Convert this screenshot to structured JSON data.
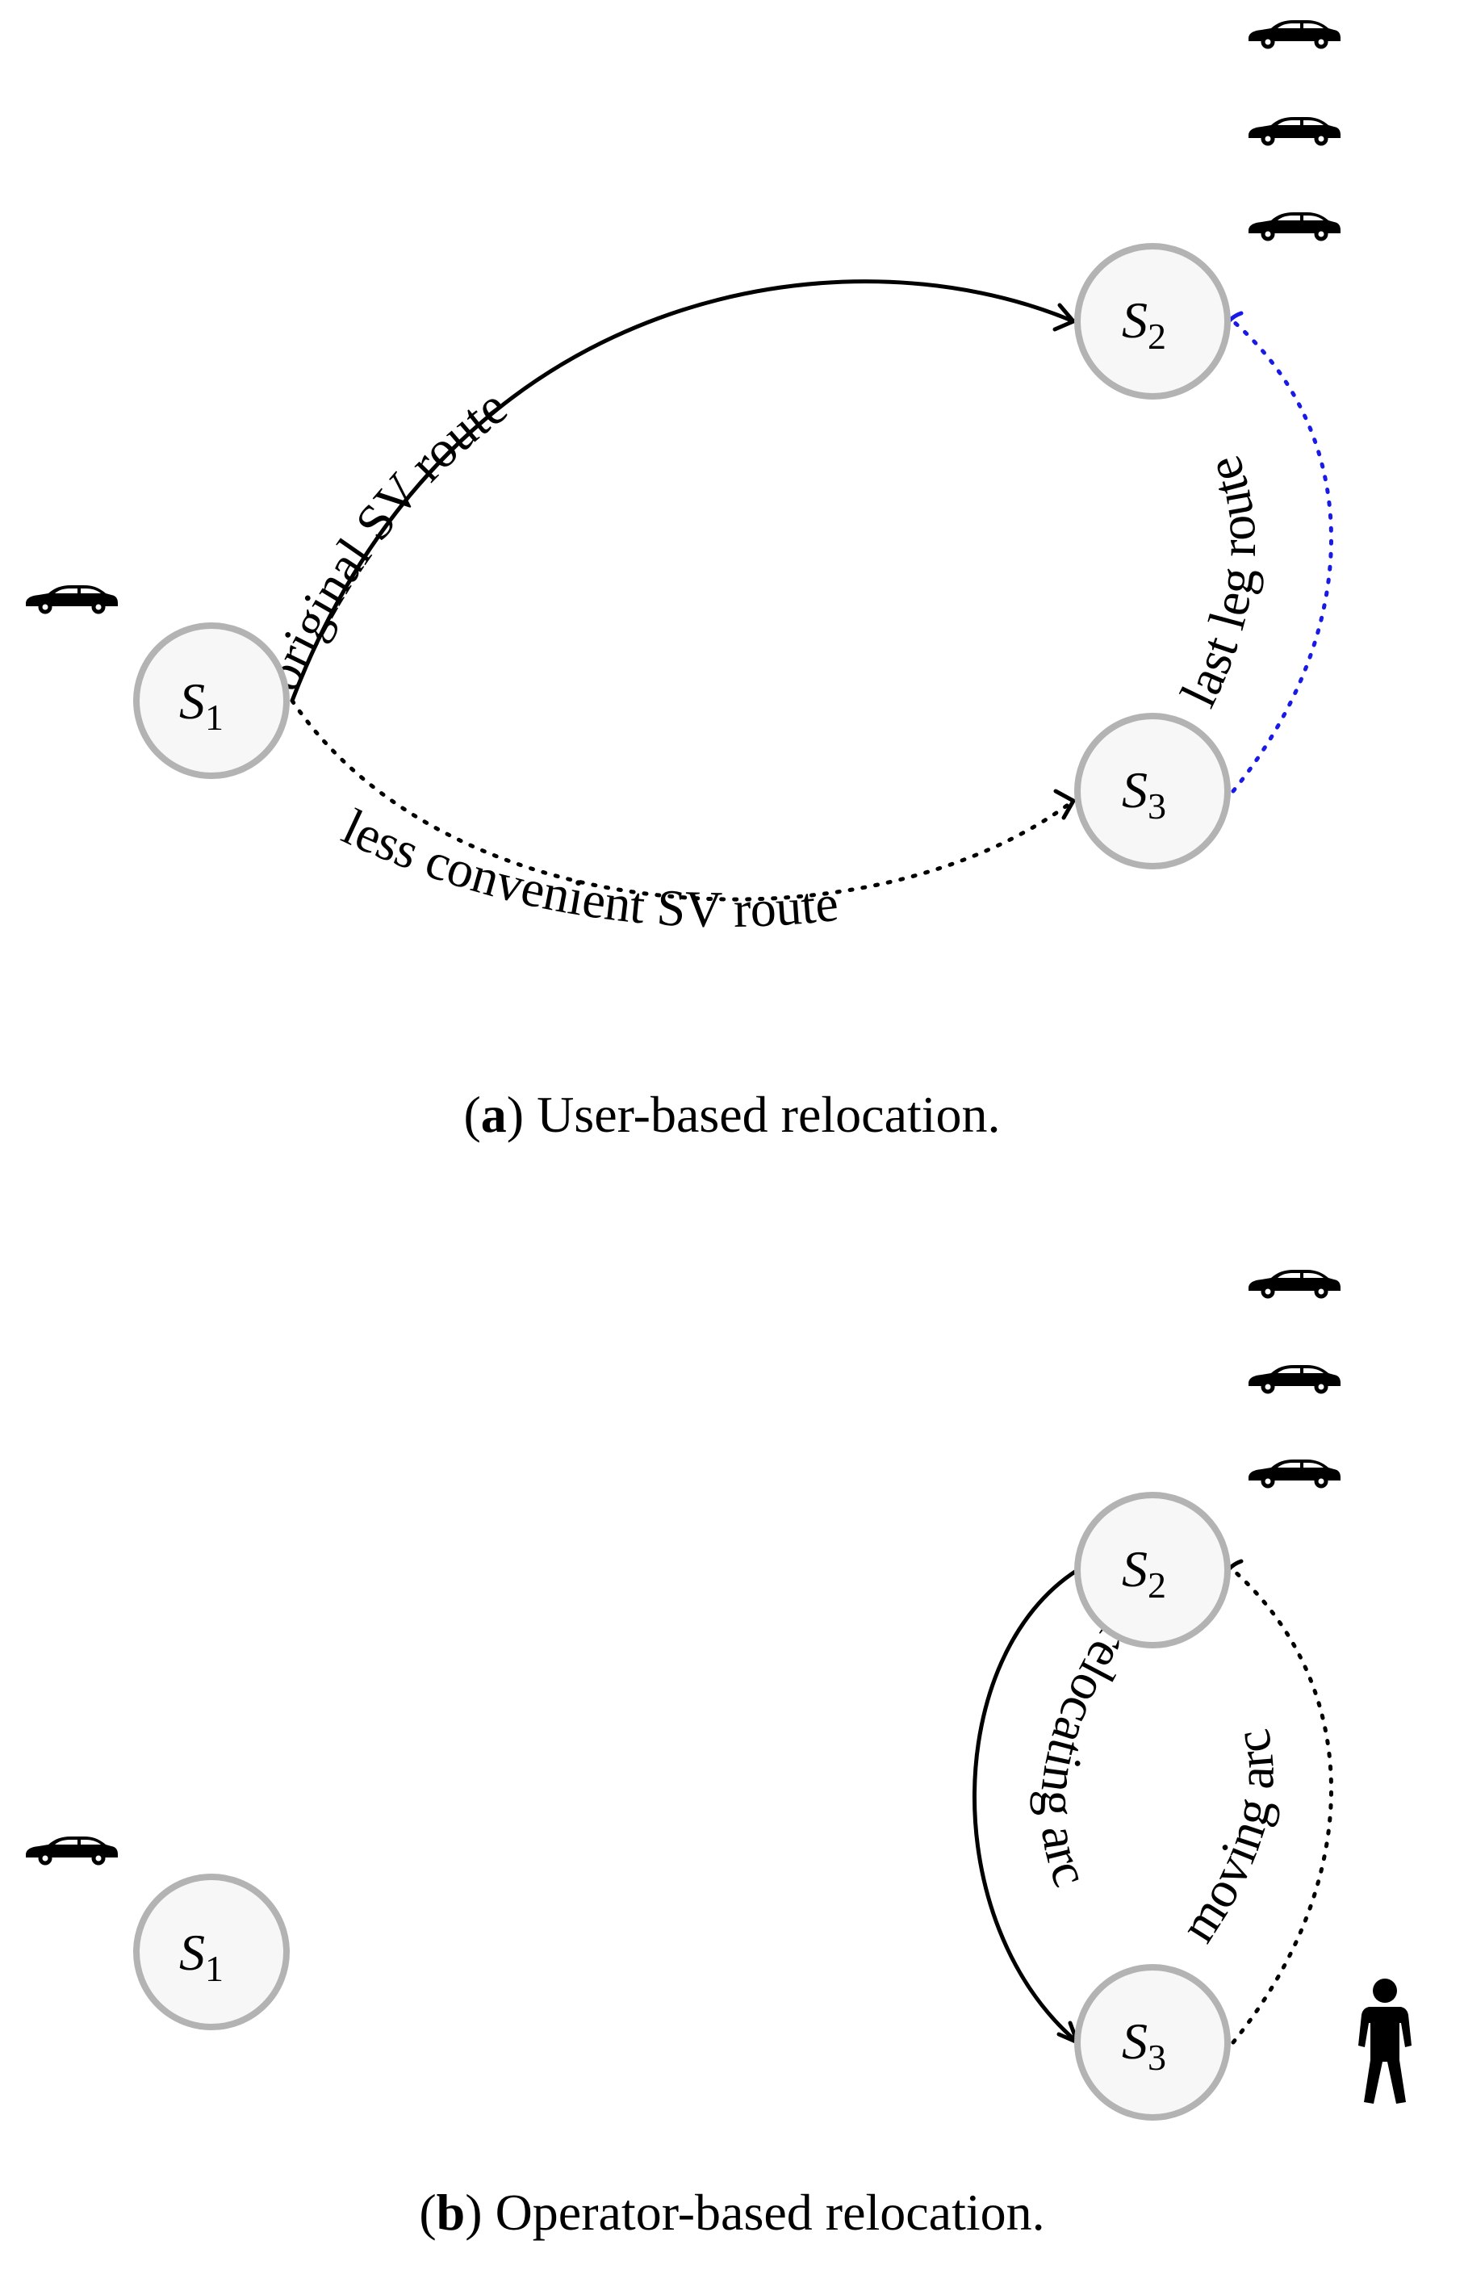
{
  "panel_a": {
    "nodes": {
      "s1": {
        "letter": "S",
        "sub": "1"
      },
      "s2": {
        "letter": "S",
        "sub": "2"
      },
      "s3": {
        "letter": "S",
        "sub": "3"
      }
    },
    "edges": {
      "original": "original SV route",
      "less_convenient": "less convenient SV route",
      "last_leg": "last leg route"
    },
    "caption": {
      "open": "(",
      "letter": "a",
      "close": ")",
      "text": " User-based relocation."
    }
  },
  "panel_b": {
    "nodes": {
      "s1": {
        "letter": "S",
        "sub": "1"
      },
      "s2": {
        "letter": "S",
        "sub": "2"
      },
      "s3": {
        "letter": "S",
        "sub": "3"
      }
    },
    "edges": {
      "relocating": "relocating arc",
      "moving": "moving arc"
    },
    "caption": {
      "open": "(",
      "letter": "b",
      "close": ")",
      "text": " Operator-based relocation."
    }
  },
  "icons": [
    "car-icon",
    "person-icon"
  ],
  "colors": {
    "node_fill": "#f7f7f7",
    "node_stroke": "#b3b3b3",
    "last_leg": "#1a1ae6"
  }
}
